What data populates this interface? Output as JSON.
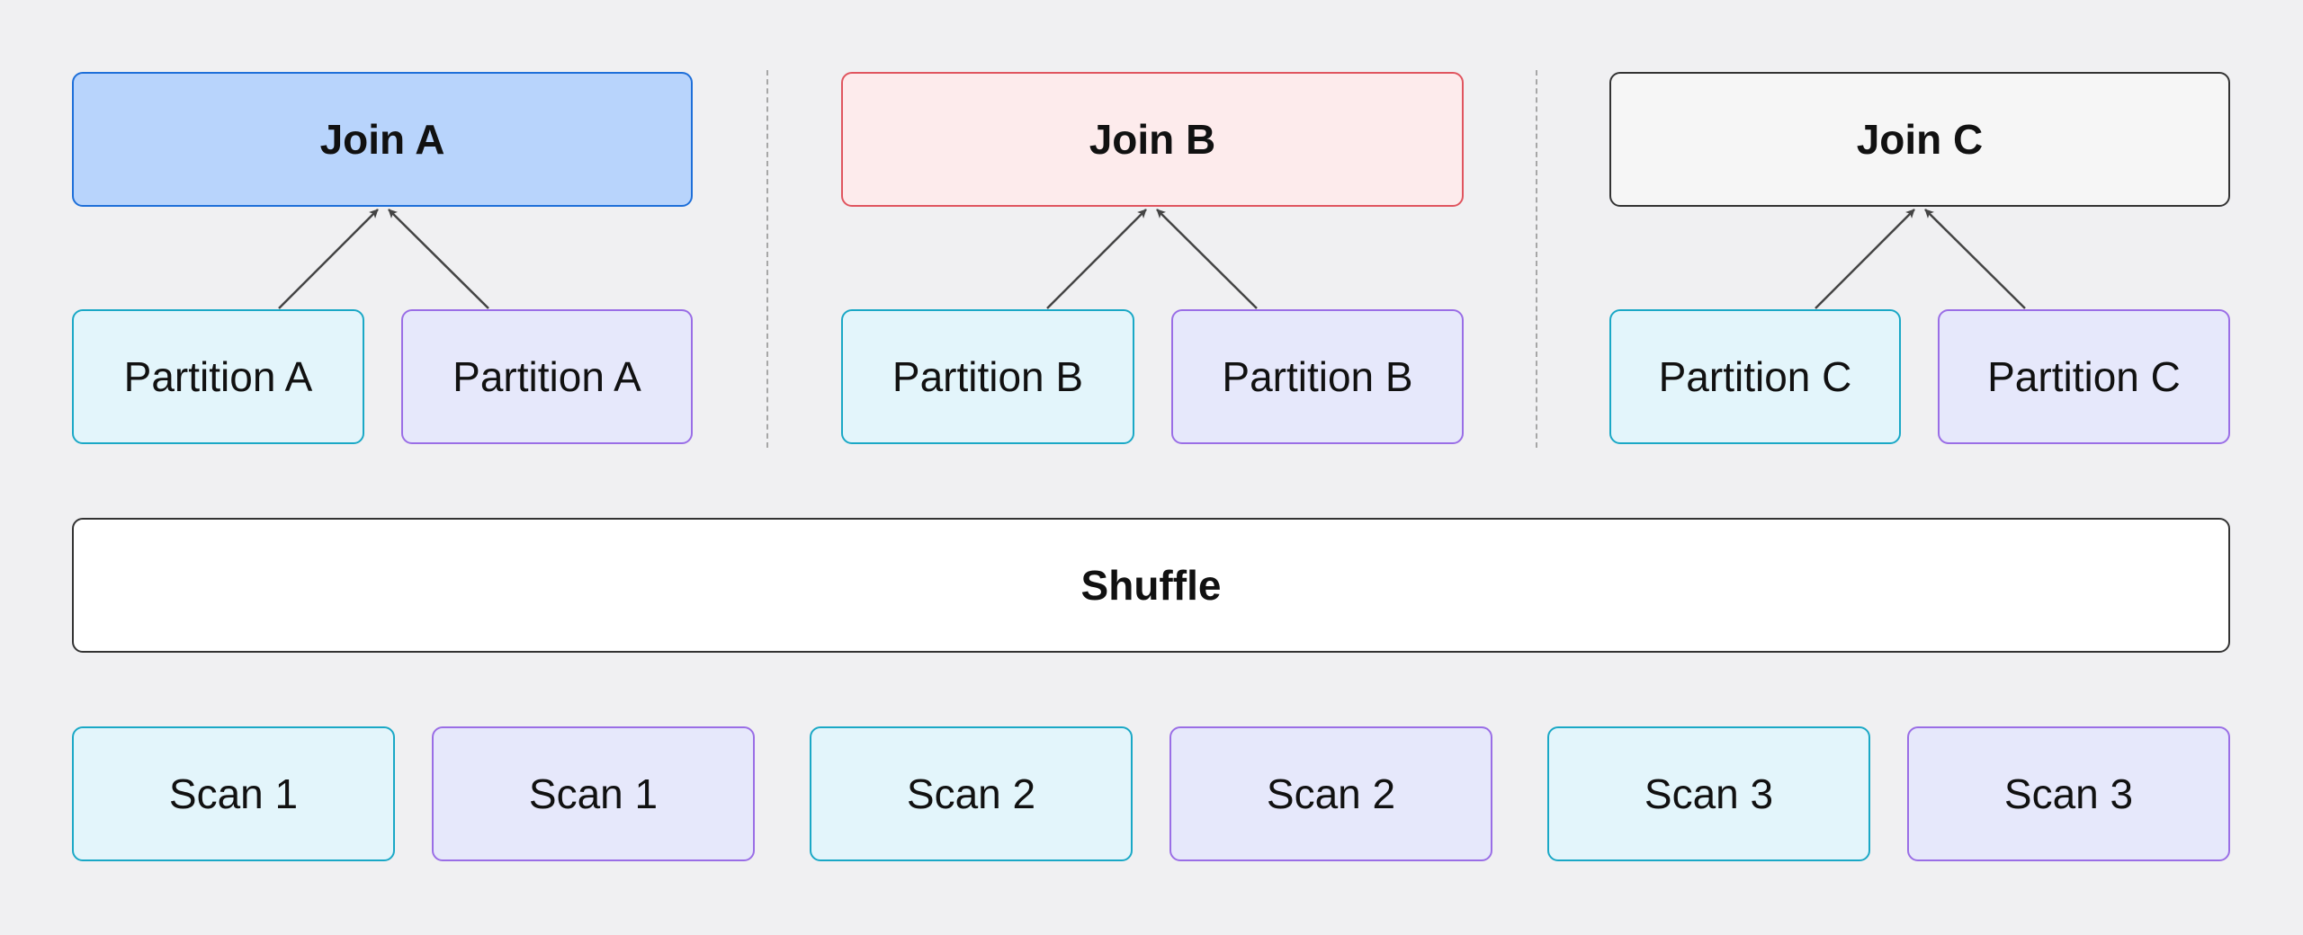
{
  "joins": [
    {
      "label": "Join A"
    },
    {
      "label": "Join B"
    },
    {
      "label": "Join C"
    }
  ],
  "partitions": [
    {
      "label": "Partition A"
    },
    {
      "label": "Partition A"
    },
    {
      "label": "Partition B"
    },
    {
      "label": "Partition B"
    },
    {
      "label": "Partition C"
    },
    {
      "label": "Partition C"
    }
  ],
  "shuffle": {
    "label": "Shuffle"
  },
  "scans": [
    {
      "label": "Scan 1"
    },
    {
      "label": "Scan 1"
    },
    {
      "label": "Scan 2"
    },
    {
      "label": "Scan 2"
    },
    {
      "label": "Scan 3"
    },
    {
      "label": "Scan 3"
    }
  ],
  "colors": {
    "background": "#f0f0f2",
    "join_a_fill": "#b8d4fc",
    "join_a_border": "#1e6fd9",
    "join_b_fill": "#fdebec",
    "join_b_border": "#e0555f",
    "join_c_fill": "#f6f6f6",
    "cyan_fill": "#e3f5fb",
    "cyan_border": "#1aa8c6",
    "purple_fill": "#e6e8fb",
    "purple_border": "#9a6ee6",
    "arrow": "#444444"
  }
}
